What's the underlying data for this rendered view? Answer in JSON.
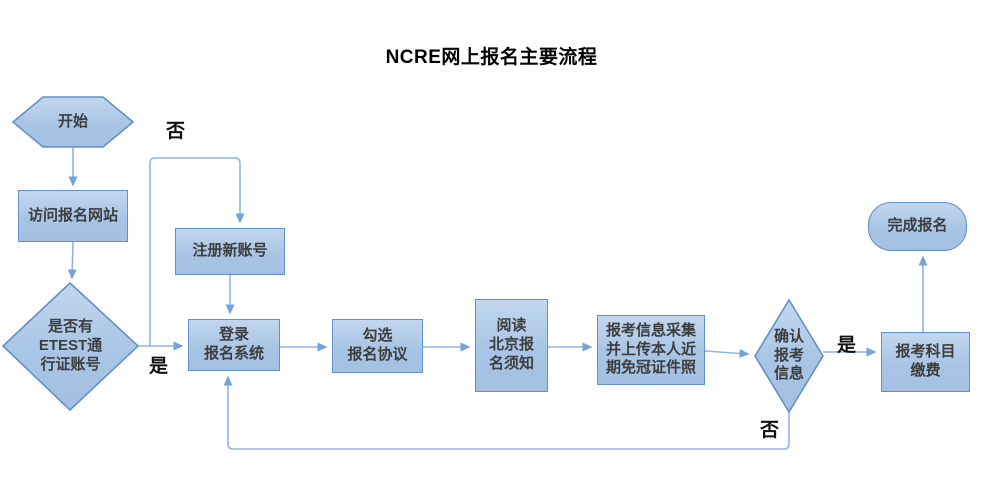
{
  "title": "NCRE网上报名主要流程",
  "nodes": {
    "start": {
      "label": "开始",
      "shape": "hexagon"
    },
    "visit": {
      "label": "访问报名网站",
      "shape": "rect"
    },
    "has_account": {
      "label": "是否有\nETEST通\n行证账号",
      "shape": "diamond"
    },
    "register": {
      "label": "注册新账号",
      "shape": "rect"
    },
    "login": {
      "label": "登录\n报名系统",
      "shape": "rect"
    },
    "agree": {
      "label": "勾选\n报名协议",
      "shape": "rect"
    },
    "notice": {
      "label": "阅读\n北京报\n名须知",
      "shape": "rect"
    },
    "collect": {
      "label": "报考信息采集\n并上传本人近\n期免冠证件照",
      "shape": "rect"
    },
    "confirm": {
      "label": "确认\n报考\n信息",
      "shape": "diamond"
    },
    "pay": {
      "label": "报考科目\n缴费",
      "shape": "rect"
    },
    "done": {
      "label": "完成报名",
      "shape": "rounded-rect"
    }
  },
  "edges": [
    {
      "from": "start",
      "to": "visit",
      "label": ""
    },
    {
      "from": "visit",
      "to": "has_account",
      "label": ""
    },
    {
      "from": "has_account",
      "to": "register",
      "label": "否"
    },
    {
      "from": "has_account",
      "to": "login",
      "label": "是"
    },
    {
      "from": "register",
      "to": "login",
      "label": ""
    },
    {
      "from": "login",
      "to": "agree",
      "label": ""
    },
    {
      "from": "agree",
      "to": "notice",
      "label": ""
    },
    {
      "from": "notice",
      "to": "collect",
      "label": ""
    },
    {
      "from": "collect",
      "to": "confirm",
      "label": ""
    },
    {
      "from": "confirm",
      "to": "pay",
      "label": "是"
    },
    {
      "from": "pay",
      "to": "done",
      "label": ""
    },
    {
      "from": "confirm",
      "to": "login",
      "label": "否"
    }
  ],
  "colors": {
    "shape_fill_top": "#c3d7ee",
    "shape_fill_bottom": "#a3c0e2",
    "shape_border": "#6290c8",
    "connector": "#8fb5e2",
    "arrowhead": "#74a3d9",
    "node_text": "#3d3d3d",
    "label_text": "#111111",
    "background": "#ffffff"
  }
}
